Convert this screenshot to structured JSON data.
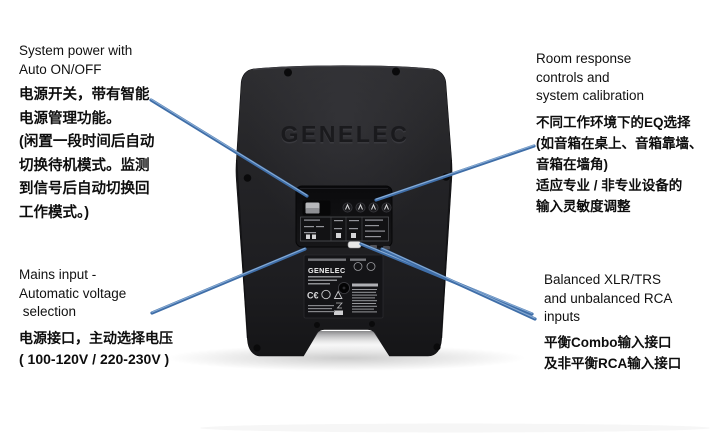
{
  "figure": {
    "description": "Rear view of a GENELEC studio monitor with four bilingual feature callouts",
    "background": "#ffffff"
  },
  "speaker": {
    "brand_embossed": "GENELEC",
    "label_brand": "GENELEC"
  },
  "callouts": {
    "power": {
      "en": [
        "System power with",
        "Auto ON/OFF"
      ],
      "zh": [
        "电源开关，带有智能",
        "电源管理功能。",
        "(闲置一段时间后自动",
        "切换待机模式。监测",
        "到信号后自动切换回",
        "工作模式。)"
      ]
    },
    "room": {
      "en": [
        "Room response",
        "controls and",
        "system calibration"
      ],
      "zh": [
        "不同工作环境下的EQ选择",
        "(如音箱在桌上、音箱靠墙、",
        "音箱在墙角)",
        "适应专业 / 非专业设备的",
        "输入灵敏度调整"
      ]
    },
    "mains": {
      "en": [
        "Mains input -",
        "Automatic voltage",
        " selection"
      ],
      "zh": [
        "电源接口，主动选择电压",
        "( 100-120V / 220-230V )"
      ]
    },
    "inputs": {
      "en": [
        "Balanced XLR/TRS",
        "and unbalanced RCA",
        "inputs"
      ],
      "zh": [
        "平衡Combo输入接口",
        "及非平衡RCA输入接口"
      ]
    }
  },
  "colors": {
    "callout_line": "#3f6ea8",
    "callout_line_highlight": "#87abd4",
    "speaker_body": "#232326",
    "text": "#111111"
  }
}
